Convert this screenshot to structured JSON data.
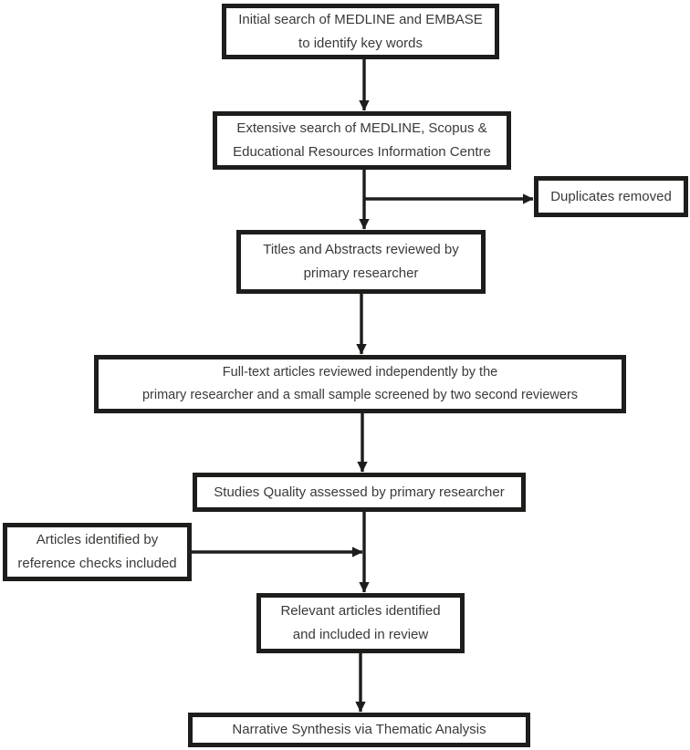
{
  "figure": {
    "type": "flowchart",
    "description": "Literature search and screening flow diagram",
    "colors": {
      "line": "#1d1d1b",
      "border": "#1d1d1b",
      "text": "#3a3a38",
      "box_background": "#ffffff"
    }
  },
  "nodes": {
    "initial_search": {
      "lines": [
        "Initial search of MEDLINE and EMBASE",
        "to identify key words"
      ]
    },
    "extensive_search": {
      "lines": [
        "Extensive search of MEDLINE, Scopus &",
        "Educational Resources Information Centre"
      ]
    },
    "duplicates_removed": {
      "lines": [
        "Duplicates removed"
      ]
    },
    "titles_abstracts": {
      "lines": [
        "Titles and Abstracts reviewed by",
        "primary researcher"
      ]
    },
    "full_text_review": {
      "lines": [
        "Full-text articles reviewed independently by the",
        "primary researcher and a small sample screened by two second reviewers"
      ]
    },
    "quality_assessment": {
      "lines": [
        "Studies Quality assessed by primary researcher"
      ]
    },
    "reference_checks": {
      "lines": [
        "Articles identified by",
        "reference checks included"
      ]
    },
    "relevant_articles": {
      "lines": [
        "Relevant articles identified",
        "and included in review"
      ]
    },
    "narrative_synthesis": {
      "lines": [
        "Narrative Synthesis via Thematic Analysis"
      ]
    }
  },
  "edges": [
    {
      "from": "initial_search",
      "to": "extensive_search"
    },
    {
      "from": "extensive_search",
      "to": "titles_abstracts"
    },
    {
      "from": "extensive_search",
      "to": "duplicates_removed"
    },
    {
      "from": "titles_abstracts",
      "to": "full_text_review"
    },
    {
      "from": "full_text_review",
      "to": "quality_assessment"
    },
    {
      "from": "quality_assessment",
      "to": "relevant_articles"
    },
    {
      "from": "reference_checks",
      "to": "relevant_articles"
    },
    {
      "from": "relevant_articles",
      "to": "narrative_synthesis"
    }
  ]
}
